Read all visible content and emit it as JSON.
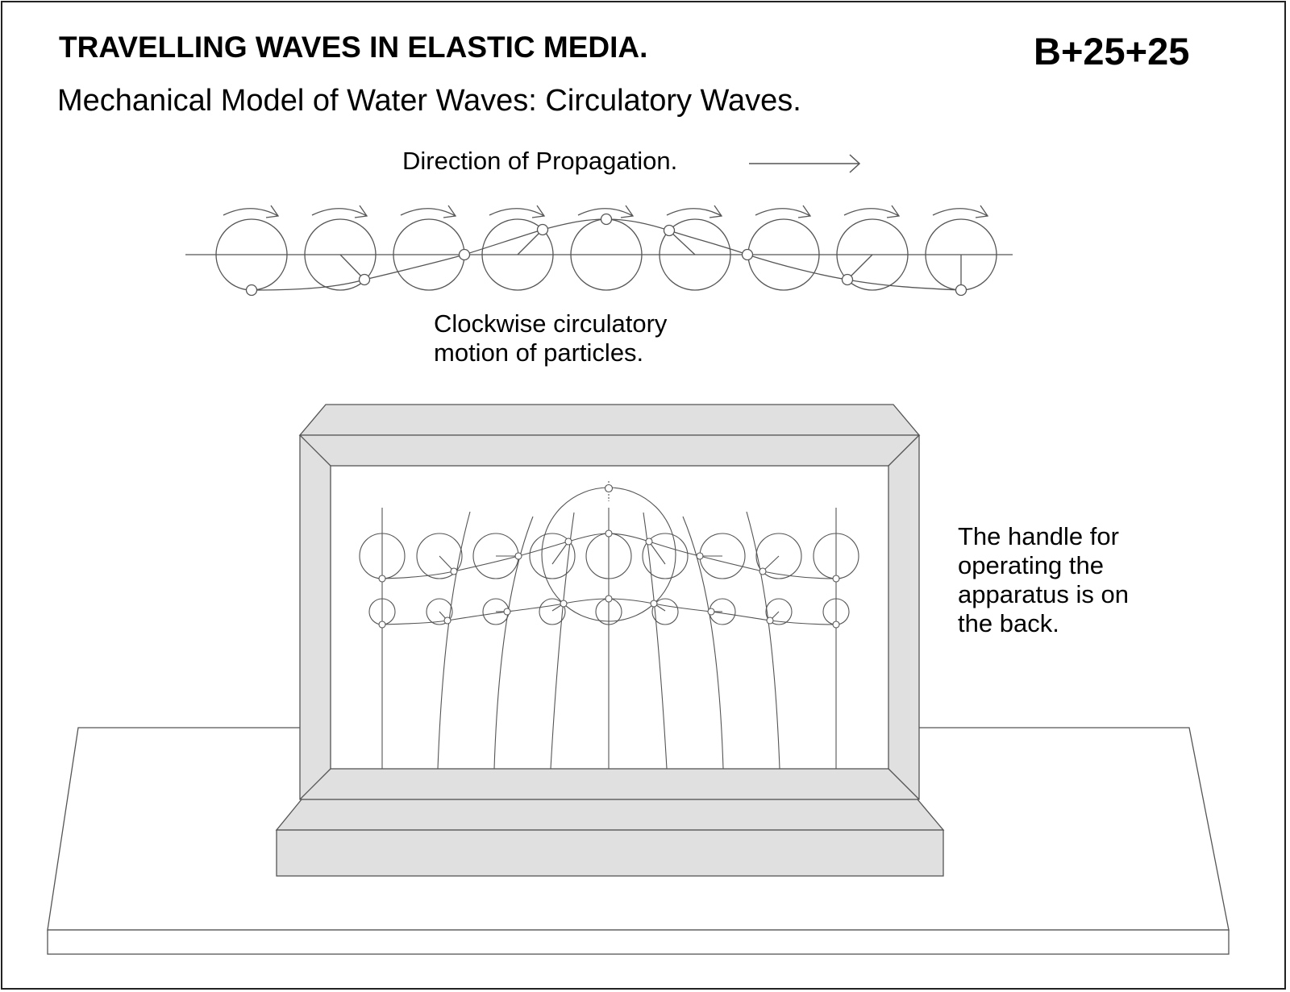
{
  "header": {
    "title": "TRAVELLING WAVES IN ELASTIC MEDIA.",
    "code": "B+25+25",
    "subtitle": "Mechanical Model of Water Waves:  Circulatory Waves."
  },
  "top_diagram": {
    "direction_label": "Direction of Propagation.",
    "direction_arrow": "right-arrow",
    "caption_line1": "Clockwise circulatory",
    "caption_line2": "motion of particles.",
    "circle_count": 9,
    "rotation_indicator": "clockwise-arrow"
  },
  "apparatus": {
    "note_line1": "The handle for",
    "note_line2": "operating the",
    "note_line3": "apparatus is on",
    "note_line4": "the back.",
    "upper_row_circles": 9,
    "lower_row_circles": 9,
    "frame_color": "#e0e0e0",
    "line_color": "#555555"
  }
}
